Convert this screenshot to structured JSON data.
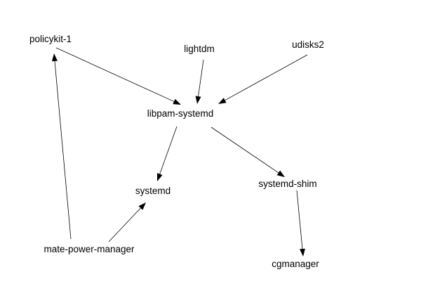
{
  "graph": {
    "nodes": [
      {
        "id": "policykit-1",
        "label": "policykit-1"
      },
      {
        "id": "lightdm",
        "label": "lightdm"
      },
      {
        "id": "udisks2",
        "label": "udisks2"
      },
      {
        "id": "libpam-systemd",
        "label": "libpam-systemd"
      },
      {
        "id": "systemd",
        "label": "systemd"
      },
      {
        "id": "systemd-shim",
        "label": "systemd-shim"
      },
      {
        "id": "mate-power-manager",
        "label": "mate-power-manager"
      },
      {
        "id": "cgmanager",
        "label": "cgmanager"
      }
    ],
    "edges": [
      {
        "from": "policykit-1",
        "to": "libpam-systemd"
      },
      {
        "from": "lightdm",
        "to": "libpam-systemd"
      },
      {
        "from": "udisks2",
        "to": "libpam-systemd"
      },
      {
        "from": "libpam-systemd",
        "to": "systemd"
      },
      {
        "from": "libpam-systemd",
        "to": "systemd-shim"
      },
      {
        "from": "mate-power-manager",
        "to": "policykit-1"
      },
      {
        "from": "mate-power-manager",
        "to": "systemd"
      },
      {
        "from": "systemd-shim",
        "to": "cgmanager"
      }
    ]
  }
}
